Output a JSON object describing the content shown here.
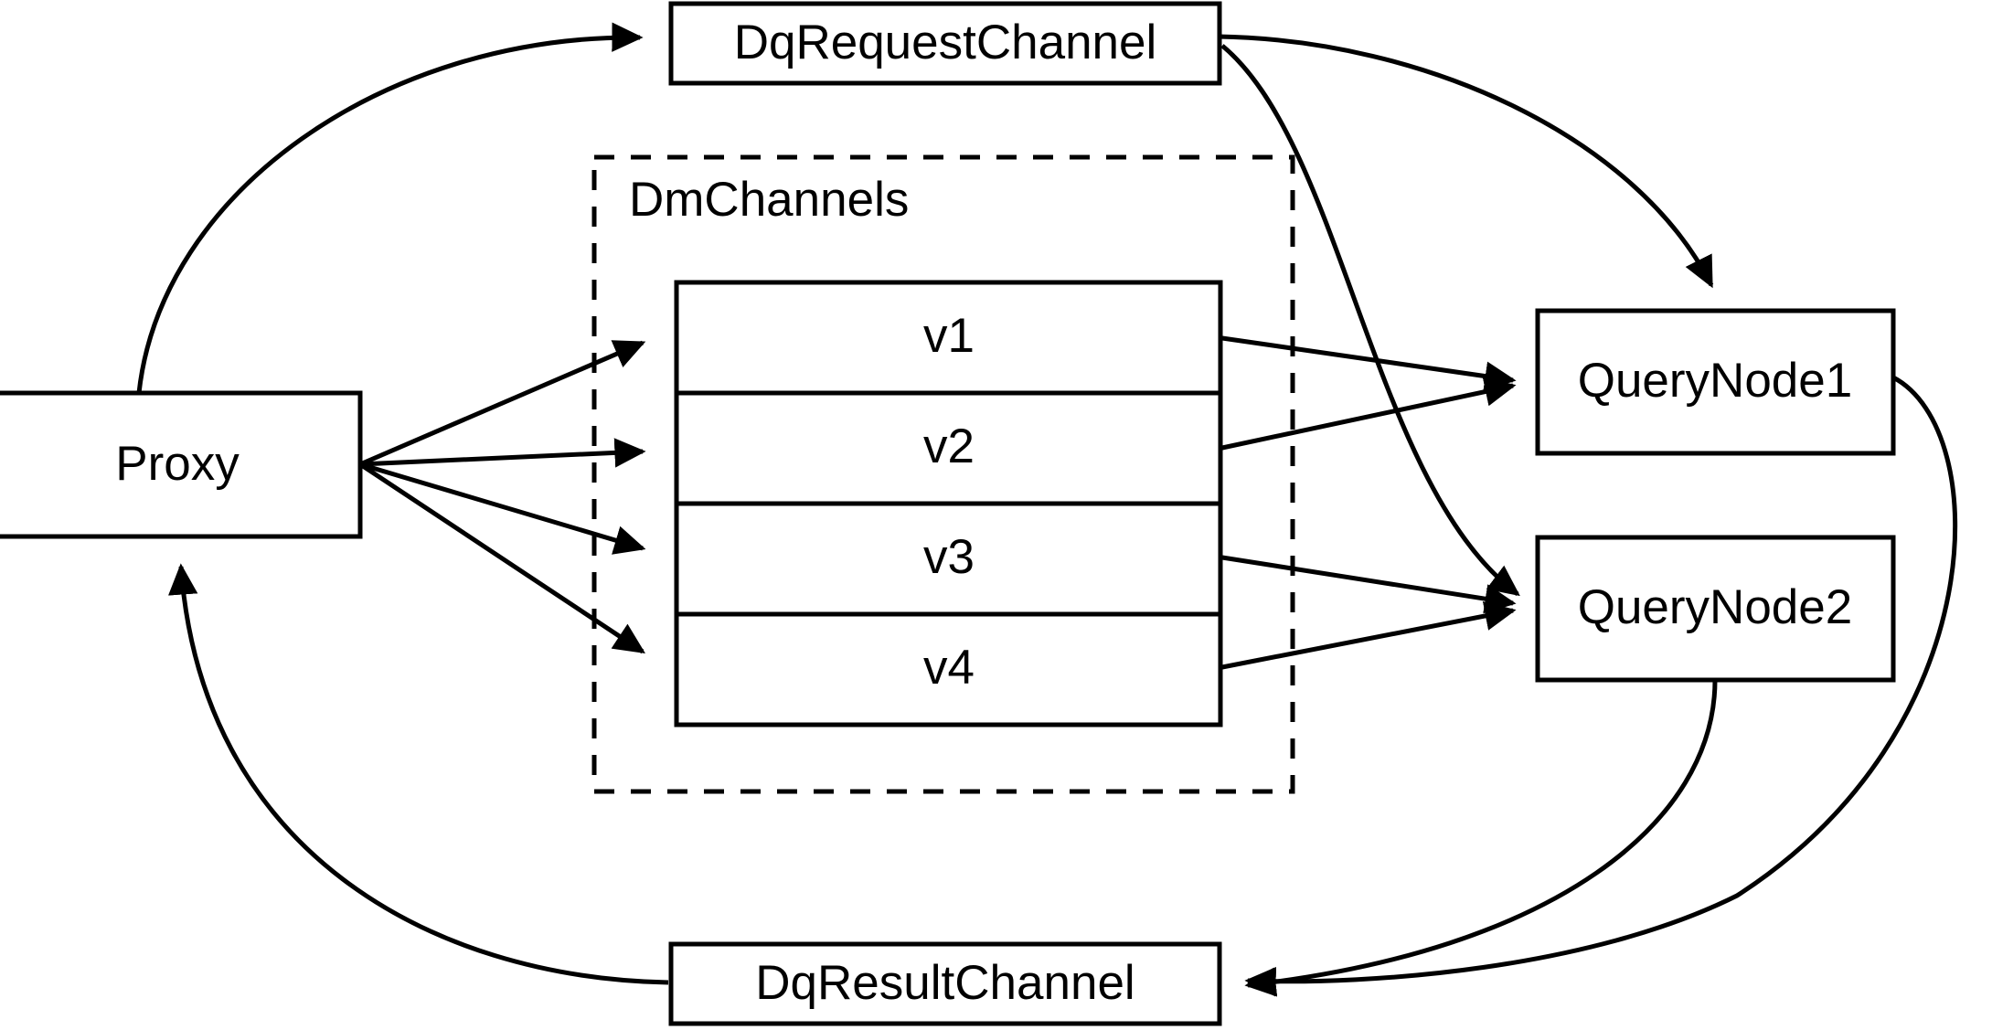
{
  "diagram": {
    "title": "Milvus distributed query routing diagram",
    "background_color": "#ffffff",
    "stroke_color": "#000000",
    "nodes": {
      "proxy": {
        "label": "Proxy"
      },
      "dq_request_channel": {
        "label": "DqRequestChannel"
      },
      "dq_result_channel": {
        "label": "DqResultChannel"
      },
      "query_node_1": {
        "label": "QueryNode1"
      },
      "query_node_2": {
        "label": "QueryNode2"
      }
    },
    "group": {
      "label": "DmChannels",
      "style": "dashed",
      "rows": [
        {
          "label": "v1"
        },
        {
          "label": "v2"
        },
        {
          "label": "v3"
        },
        {
          "label": "v4"
        }
      ]
    },
    "edges": [
      {
        "from": "Proxy",
        "to": "DqRequestChannel",
        "style": "curved",
        "arrow": "end"
      },
      {
        "from": "Proxy",
        "to": "v1",
        "style": "straight",
        "arrow": "end"
      },
      {
        "from": "Proxy",
        "to": "v2",
        "style": "straight",
        "arrow": "end"
      },
      {
        "from": "Proxy",
        "to": "v3",
        "style": "straight",
        "arrow": "end"
      },
      {
        "from": "Proxy",
        "to": "v4",
        "style": "straight",
        "arrow": "end"
      },
      {
        "from": "DqRequestChannel",
        "to": "QueryNode1",
        "style": "curved",
        "arrow": "end"
      },
      {
        "from": "DqRequestChannel",
        "to": "QueryNode2",
        "style": "curved",
        "arrow": "end"
      },
      {
        "from": "v1",
        "to": "QueryNode1",
        "style": "straight",
        "arrow": "end"
      },
      {
        "from": "v2",
        "to": "QueryNode1",
        "style": "straight",
        "arrow": "end"
      },
      {
        "from": "v3",
        "to": "QueryNode2",
        "style": "straight",
        "arrow": "end"
      },
      {
        "from": "v4",
        "to": "QueryNode2",
        "style": "straight",
        "arrow": "end"
      },
      {
        "from": "QueryNode1",
        "to": "DqResultChannel",
        "style": "curved",
        "arrow": "end"
      },
      {
        "from": "QueryNode2",
        "to": "DqResultChannel",
        "style": "curved",
        "arrow": "end"
      },
      {
        "from": "DqResultChannel",
        "to": "Proxy",
        "style": "curved",
        "arrow": "end"
      }
    ]
  }
}
